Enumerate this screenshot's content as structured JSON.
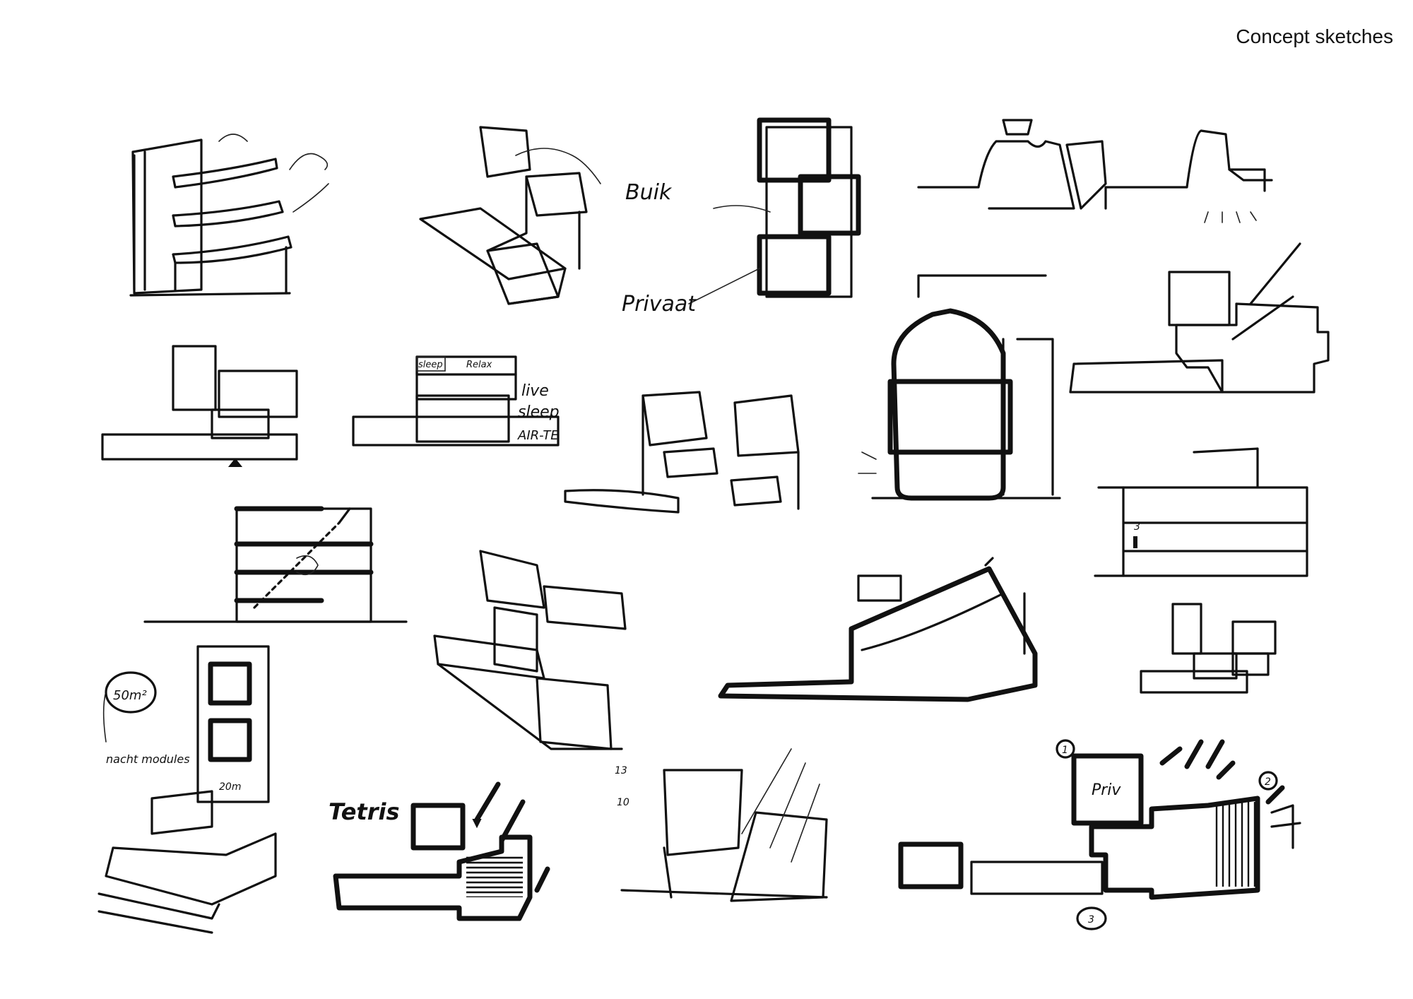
{
  "page": {
    "title": "Concept sketches"
  },
  "labels": {
    "buik": "Buik",
    "privaat": "Privaat",
    "sleep": "sleep",
    "relax": "Relax",
    "live": "live",
    "sleep2": "sleep",
    "airte": "AIR-TE",
    "tetris": "Tetris",
    "nacht_module": "nacht modules",
    "som": "50m²",
    "twenty": "20m",
    "num13": "13",
    "num10": "10",
    "priv": "Priv",
    "c1": "1",
    "c2": "2",
    "c3": "3",
    "n3": "3"
  },
  "colors": {
    "ink": "#111111",
    "paper": "#ffffff"
  }
}
